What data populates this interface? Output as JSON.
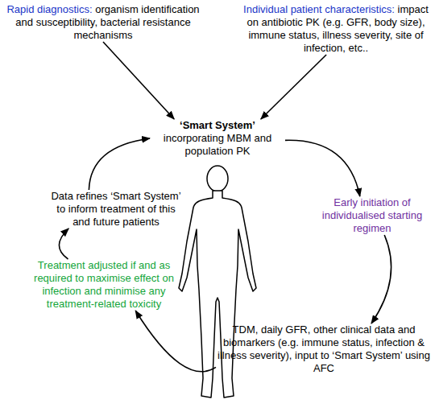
{
  "diagram": {
    "nodes": [
      {
        "text": [
          "Rapid diagnostics:",
          "organism identification and susceptibility, bacterial resistance mechanisms"
        ]
      },
      {
        "text": [
          "Individual patient characteristics:",
          "impact on antibiotic PK (e.g. GFR, body size), immune status, illness severity, site of infection, etc.."
        ]
      },
      {
        "text": [
          "‘Smart System’",
          "incorporating MBM and population PK"
        ]
      },
      {
        "text": [
          "Data refines ‘Smart System’ to inform treatment of this and future patients"
        ]
      },
      {
        "text": [
          "Early initiation of individualised starting regimen"
        ]
      },
      {
        "text": [
          "Treatment adjusted if and as required to maximise effect on infection and minimise any treatment-related toxicity"
        ]
      },
      {
        "text": [
          "TDM, daily GFR, other clinical data and biomarkers (e.g. immune status, infection & illness severity), input to ‘Smart System’ using AFC"
        ]
      }
    ],
    "edges": [
      {
        "from": 0,
        "to": 2,
        "arrow": "to"
      },
      {
        "from": 1,
        "to": 2,
        "arrow": "to"
      },
      {
        "from": 2,
        "to": 4,
        "arrow": "to"
      },
      {
        "from": 4,
        "to": 6,
        "arrow": "to"
      },
      {
        "from": 6,
        "to": 5,
        "arrow": "to"
      },
      {
        "from": 5,
        "to": 3,
        "arrow": "to"
      },
      {
        "from": 3,
        "to": 2,
        "arrow": "to"
      }
    ]
  }
}
